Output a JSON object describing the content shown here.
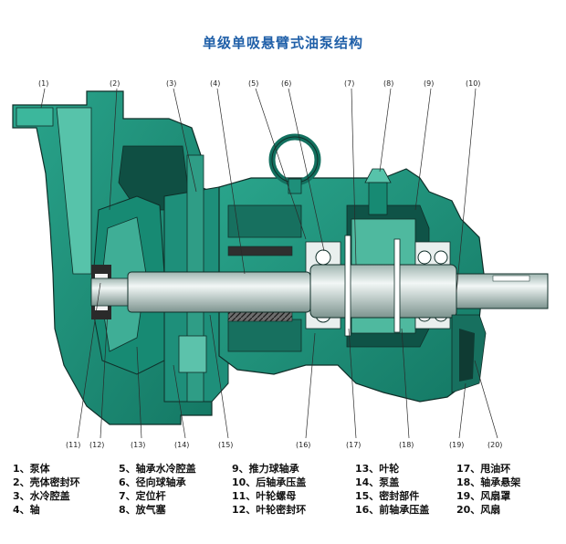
{
  "title": "单级单吸悬臂式油泵结构",
  "callouts": {
    "c1": "(1)",
    "c2": "(2)",
    "c3": "(3)",
    "c4": "(4)",
    "c5": "(5)",
    "c6": "(6)",
    "c7": "(7)",
    "c8": "(8)",
    "c9": "(9)",
    "c10": "(10)",
    "c11": "(11)",
    "c12": "(12)",
    "c13": "(13)",
    "c14": "(14)",
    "c15": "(15)",
    "c16": "(16)",
    "c17": "(17)",
    "c18": "(18)",
    "c19": "(19)",
    "c20": "(20)"
  },
  "legend": [
    [
      "1、泵体",
      "5、轴承水冷腔盖",
      "9、推力球轴承",
      "13、叶轮",
      "17、甩油环"
    ],
    [
      "2、壳体密封环",
      "6、径向球轴承",
      "10、后轴承压盖",
      "14、泵盖",
      "18、轴承悬架"
    ],
    [
      "3、水冷腔盖",
      "7、定位杆",
      "11、叶轮螺母",
      "15、密封部件",
      "19、风扇罩"
    ],
    [
      "4、轴",
      "8、放气塞",
      "12、叶轮密封环",
      "16、前轴承压盖",
      "20、风扇"
    ]
  ],
  "colors": {
    "body": "#1e8f7a",
    "body_dark": "#11584b",
    "body_light": "#5cc2ab",
    "shaft": "#d7e3e0",
    "outline": "#0f2e28",
    "title": "#1f5fa8"
  }
}
